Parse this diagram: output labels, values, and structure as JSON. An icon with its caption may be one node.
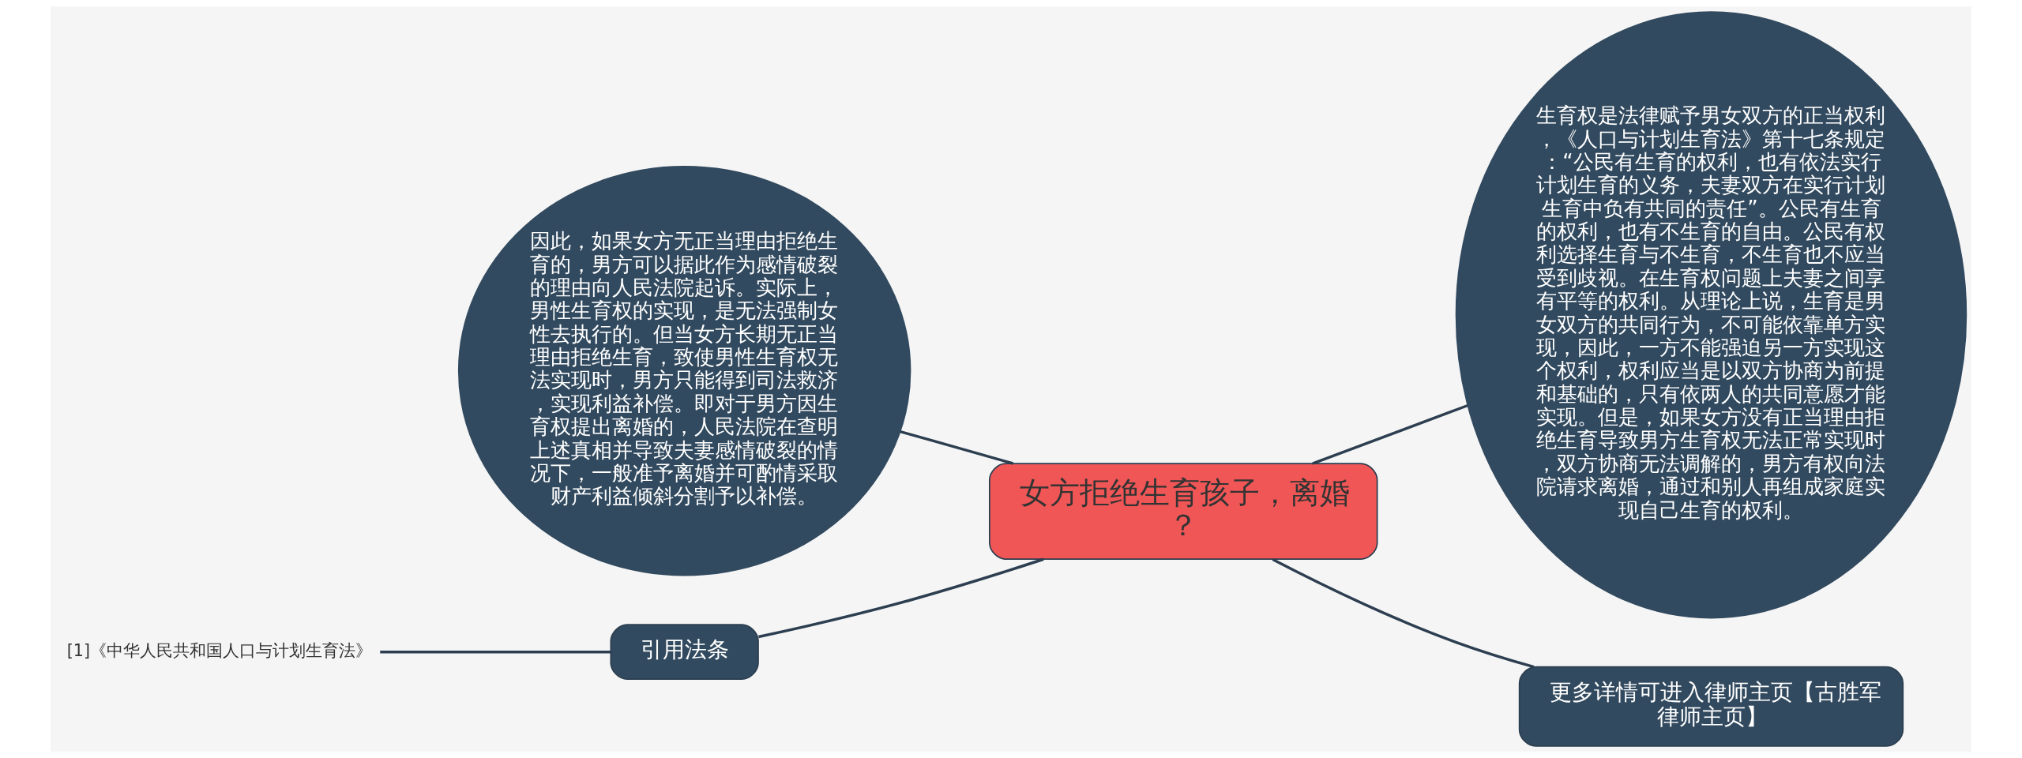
{
  "diagram": {
    "nodes": [
      {
        "text": [
          "女方拒绝生育孩子，离婚？"
        ]
      },
      {
        "text": [
          "因此，如果女方无正当理由拒绝生育的，男方可以据此作为感情破裂的理由向人民法院起诉。实际上，男性生育权的实现，是无法强制女性去执行的。但当女方长期无正当理由拒绝生育，致使男性生育权无法实现时，男方只能得到司法救济，实现利益补偿。即对于男方因生育权提出离婚的，人民法院在查明上述真相并导致夫妻感情破裂的情况下，一般准予离婚并可酌情采取财产利益倾斜分割予以补偿。"
        ]
      },
      {
        "text": [
          "生育权是法律赋予男女双方的正当权利，《人口与计划生育法》第十七条规定：“公民有生育的权利，也有依法实行计划生育的义务，夫妻双方在实行计划生育中负有共同的责任”。公民有生育的权利，也有不生育的自由。公民有权利选择生育与不生育，不生育也不应当受到歧视。在生育权问题上夫妻之间享有平等的权利。从理论上说，生育是男女双方的共同行为，不可能依靠单方实现，因此，一方不能强迫另一方实现这个权利，权利应当是以双方协商为前提和基础的，只有依两人的共同意愿才能实现。但是，如果女方没有正当理由拒绝生育导致男方生育权无法正常实现时，双方协商无法调解的，男方有权向法院请求离婚，通过和别人再组成家庭实现自己生育的权利。"
        ]
      },
      {
        "text": [
          "引用法条"
        ]
      },
      {
        "text": [
          "[1]《中华人民共和国人口与计划生育法》"
        ]
      },
      {
        "text": [
          "更多详情可进入律师主页【古胜军律师主页】"
        ]
      }
    ],
    "edges": [
      {
        "from": 0,
        "to": 1,
        "arrow": "none"
      },
      {
        "from": 0,
        "to": 2,
        "arrow": "none"
      },
      {
        "from": 0,
        "to": 3,
        "arrow": "none"
      },
      {
        "from": 3,
        "to": 4,
        "arrow": "none"
      },
      {
        "from": 0,
        "to": 5,
        "arrow": "none"
      }
    ]
  }
}
